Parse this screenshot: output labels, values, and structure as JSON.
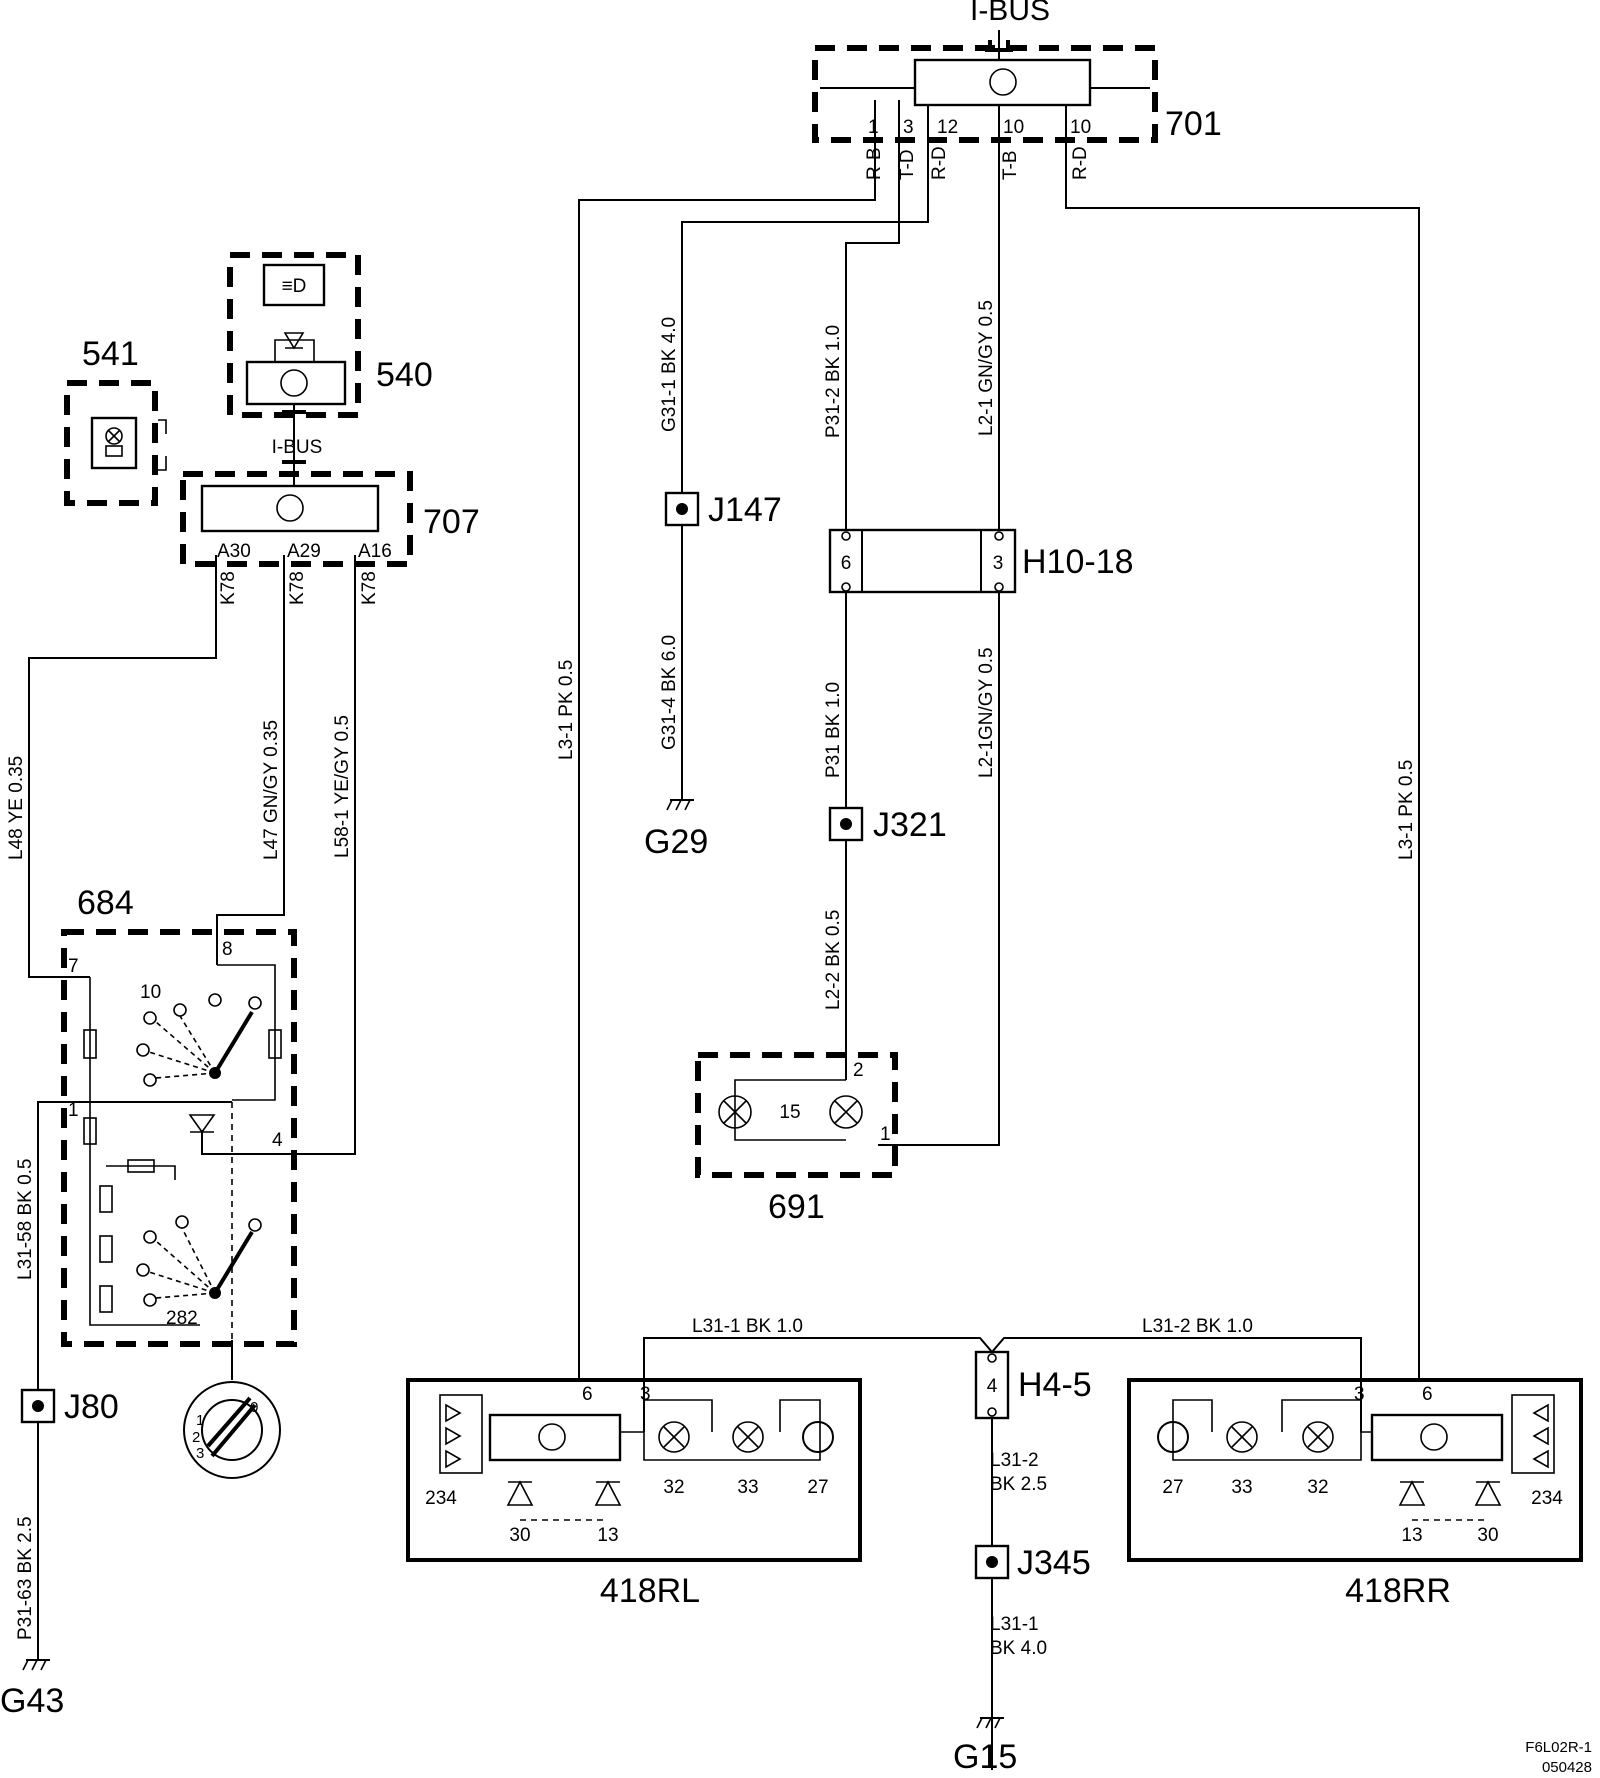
{
  "components": {
    "c701": "701",
    "c707": "707",
    "c540": "540",
    "c541": "541",
    "c684": "684",
    "c691": "691",
    "rl": "418RL",
    "rr": "418RR",
    "h1018": "H10-18",
    "h45": "H4-5",
    "j147": "J147",
    "j321": "J321",
    "j80": "J80",
    "j345": "J345",
    "g29": "G29",
    "g43": "G43",
    "g15": "G15",
    "ibus_top": "I-BUS",
    "ibus_540": "I-BUS"
  },
  "pins": {
    "p701": [
      "1",
      "3",
      "12",
      "10",
      "10"
    ],
    "p701_codes": [
      "R-B",
      "T-D",
      "R-D",
      "T-B",
      "R-D"
    ],
    "p707": [
      "A30",
      "A29",
      "A16"
    ],
    "k78": "K78",
    "h1018": [
      "6",
      "3"
    ],
    "h45": "4",
    "c684": {
      "p7": "7",
      "p8": "8",
      "p10": "10",
      "p1": "1",
      "p4": "4",
      "p282": "282"
    },
    "c691": {
      "p2": "2",
      "p1": "1",
      "bulb": "15"
    },
    "rl": {
      "p6": "6",
      "p3": "3",
      "b32": "32",
      "b33": "33",
      "b27": "27",
      "b234": "234",
      "b30": "30",
      "b13": "13"
    },
    "rr": {
      "p3": "3",
      "p6": "6",
      "b27": "27",
      "b33": "33",
      "b32": "32",
      "b234": "234",
      "b13": "13",
      "b30": "30"
    },
    "switch": {
      "s0": "0",
      "s1": "1",
      "s2": "2",
      "s3": "3"
    }
  },
  "wires": {
    "g31_1": "G31-1  BK  4.0",
    "p31_2": "P31-2  BK  1.0",
    "l2_1a": "L2-1  GN/GY  0.5",
    "g31_4": "G31-4  BK  6.0",
    "p31": "P31  BK  1.0",
    "l2_1b": "L2-1GN/GY  0.5",
    "l2_2": "L2-2  BK  0.5",
    "l3_1a": "L3-1  PK  0.5",
    "l3_1b": "L3-1  PK  0.5",
    "l48": "L48  YE  0.35",
    "l47": "L47  GN/GY  0.35",
    "l58_1": "L58-1  YE/GY  0.5",
    "l31_58": "L31-58  BK  0.5",
    "p31_63": "P31-63  BK  2.5",
    "l31_1a": "L31-1  BK  1.0",
    "l31_2a": "L31-2  BK  1.0",
    "l31_2b_name": "L31-2",
    "l31_2b_spec": "BK  2.5",
    "l31_1b_name": "L31-1",
    "l31_1b_spec": "BK  4.0"
  },
  "ref": {
    "code": "F6L02R-1",
    "date": "050428"
  }
}
